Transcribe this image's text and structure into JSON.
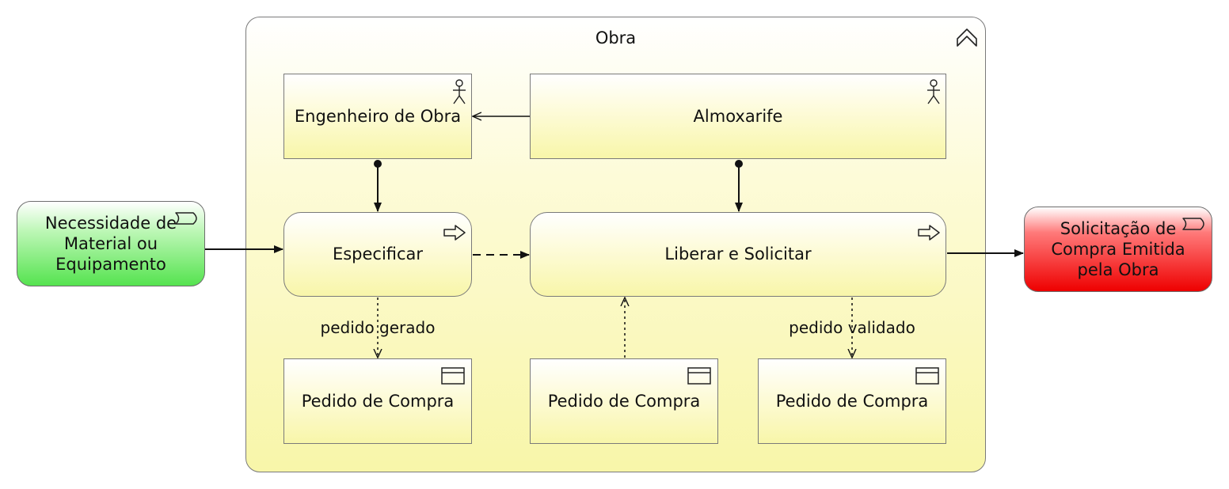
{
  "group": {
    "title": "Obra"
  },
  "events": {
    "trigger": "Necessidade de Material ou Equipamento",
    "result": "Solicitação de Compra Emitida pela Obra"
  },
  "actors": {
    "engenheiro": "Engenheiro de Obra",
    "almoxarife": "Almoxarife"
  },
  "processes": {
    "especificar": "Especificar",
    "liberar": "Liberar e Solicitar"
  },
  "objects": {
    "pedido_1": "Pedido de Compra",
    "pedido_2": "Pedido de Compra",
    "pedido_3": "Pedido de Compra"
  },
  "edge_labels": {
    "gerado": "pedido gerado",
    "validado": "pedido validado"
  },
  "colors": {
    "trigger_event": "#55e34f",
    "result_event": "#ee0000",
    "element_fill": "#f8f6a9",
    "border": "#7a7a7a"
  }
}
